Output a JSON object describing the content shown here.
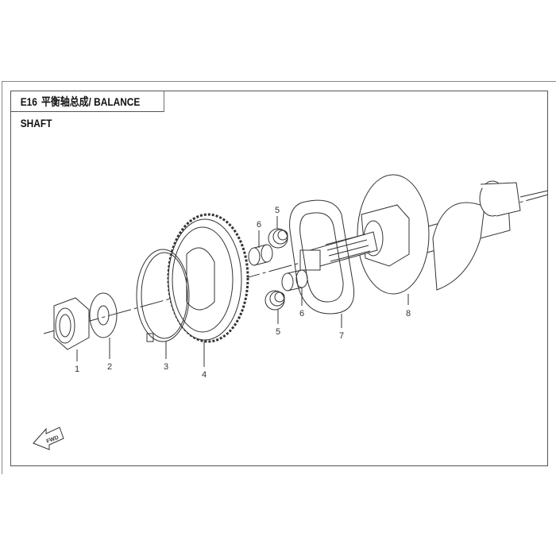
{
  "section": {
    "code": "E16",
    "title": "平衡轴总成/ BALANCE SHAFT"
  },
  "direction_marker": "FWD",
  "callouts": [
    "1",
    "2",
    "3",
    "4",
    "5",
    "6",
    "5",
    "6",
    "7",
    "8"
  ]
}
